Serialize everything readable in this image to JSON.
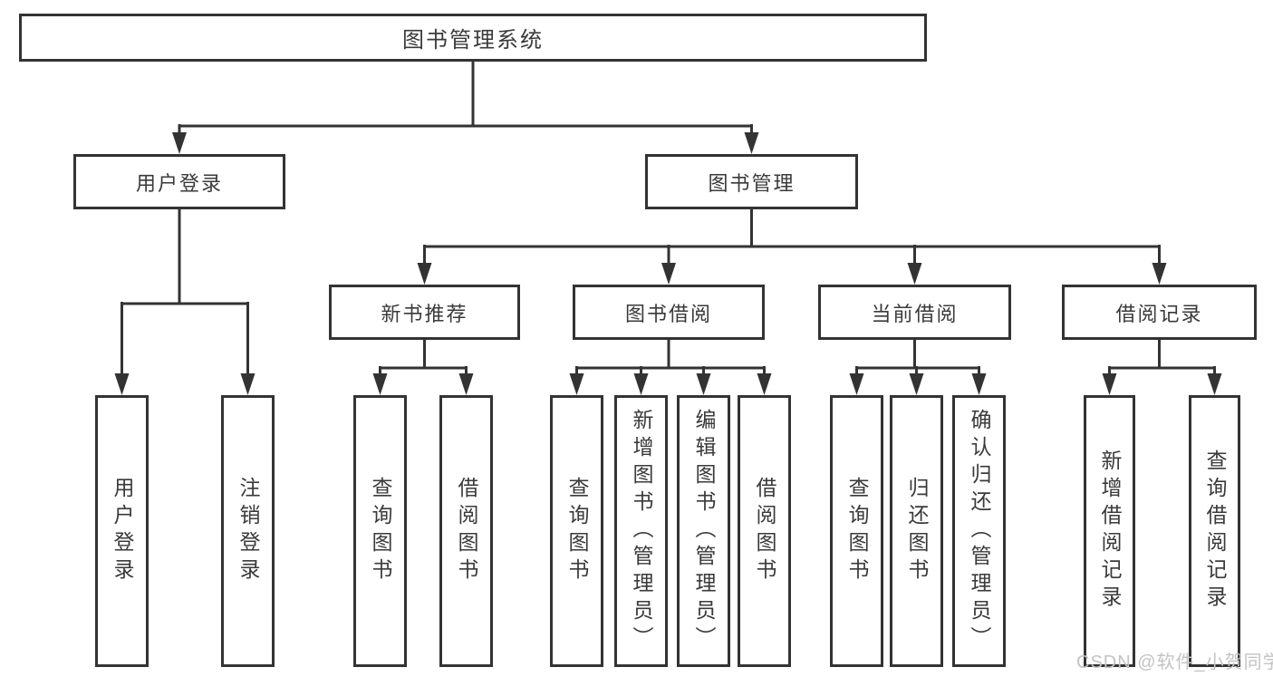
{
  "diagram": {
    "root": {
      "label": "图书管理系统"
    },
    "level2": [
      {
        "label": "用户登录"
      },
      {
        "label": "图书管理"
      }
    ],
    "level3": [
      {
        "label": "新书推荐"
      },
      {
        "label": "图书借阅"
      },
      {
        "label": "当前借阅"
      },
      {
        "label": "借阅记录"
      }
    ],
    "leaves": {
      "user_login": [
        "用户登录",
        "注销登录"
      ],
      "new_book": [
        "查询图书",
        "借阅图书"
      ],
      "book_borrow": [
        "查询图书",
        "新增图书（管理员）",
        "编辑图书（管理员）",
        "借阅图书"
      ],
      "current_borrow": [
        "查询图书",
        "归还图书",
        "确认归还（管理员）"
      ],
      "borrow_record": [
        "新增借阅记录",
        "查询借阅记录"
      ]
    }
  },
  "watermark": {
    "text": "CSDN @软件_小贺同学"
  },
  "colors": {
    "line": "#333333",
    "box_border": "#333333",
    "box_fill": "#ffffff",
    "text": "#3a3a3a",
    "watermark": "#c3c3c3"
  }
}
